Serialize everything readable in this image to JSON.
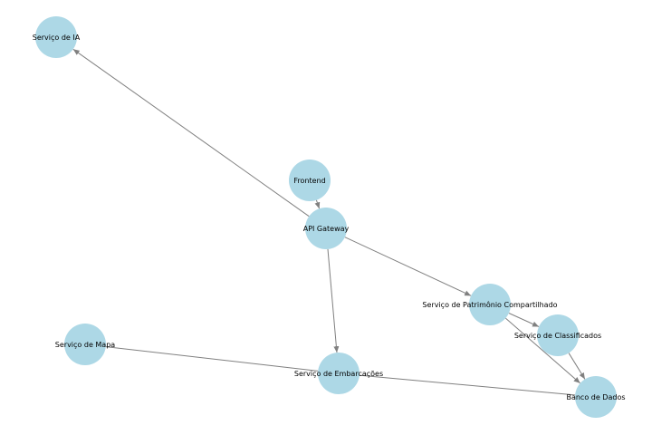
{
  "diagram": {
    "node_color": "#add8e6",
    "edge_color": "#808080",
    "nodes": [
      {
        "id": "ia",
        "label": "Serviço de IA"
      },
      {
        "id": "frontend",
        "label": "Frontend"
      },
      {
        "id": "gateway",
        "label": "API Gateway"
      },
      {
        "id": "patrimonio",
        "label": "Serviço de Patrimônio Compartilhado"
      },
      {
        "id": "classificados",
        "label": "Serviço de Classificados"
      },
      {
        "id": "mapa",
        "label": "Serviço de Mapa"
      },
      {
        "id": "embarcacoes",
        "label": "Serviço de Embarcações"
      },
      {
        "id": "banco",
        "label": "Banco de Dados"
      }
    ],
    "edges": [
      {
        "from": "frontend",
        "to": "gateway",
        "directed": true
      },
      {
        "from": "gateway",
        "to": "ia",
        "directed": true
      },
      {
        "from": "gateway",
        "to": "patrimonio",
        "directed": true
      },
      {
        "from": "gateway",
        "to": "embarcacoes",
        "directed": true
      },
      {
        "from": "patrimonio",
        "to": "classificados",
        "directed": true
      },
      {
        "from": "patrimonio",
        "to": "banco",
        "directed": true
      },
      {
        "from": "classificados",
        "to": "banco",
        "directed": true
      },
      {
        "from": "mapa",
        "to": "embarcacoes",
        "directed": false
      },
      {
        "from": "embarcacoes",
        "to": "banco",
        "directed": false
      }
    ]
  }
}
